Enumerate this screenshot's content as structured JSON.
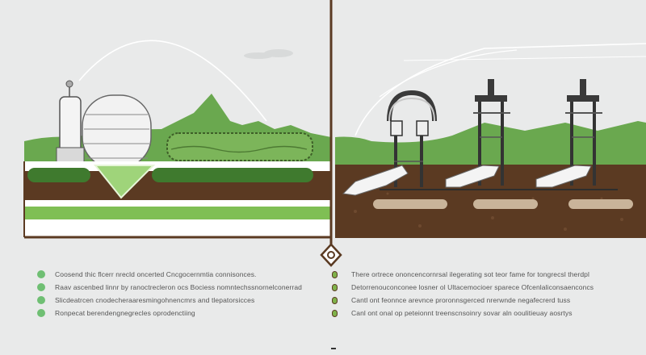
{
  "left_panel": {
    "bullets": [
      {
        "text": "Coosend thic flcerr nrecld oncerted Cncgocernmtia connisonces."
      },
      {
        "text": "Raav ascenbed linnr by ranoctrecleron ocs Bociess nomntechssnornelconerrad"
      },
      {
        "text": "Slicdeatrcen cnodecheraaresmingohnencmrs and tlepatorsicces"
      },
      {
        "text": "Ronpecat berendengnegrecles oprodenctiing"
      }
    ],
    "bullet_color": "#6fbf73"
  },
  "right_panel": {
    "bullets": [
      {
        "text": "There ortrece ononcencornrsal ilegerating sot teor fame for tongrecsl therdpl"
      },
      {
        "text": "Detorrenouconconee losner ol Ultacemocioer sparece Ofcenlaliconsaenconcs"
      },
      {
        "text": "Cantl ont feonnce arevnce proronnsgerced nrerwnde negafecrerd tuss"
      },
      {
        "text": "Canl ont onal op peteionnt treenscnsoinry sovar aln ooulitieuay aosrtys"
      }
    ],
    "node_color": "#7fb24a"
  },
  "colors": {
    "background": "#e9eaea",
    "grass": "#6aa84f",
    "soil": "#5b3a22",
    "divider": "#5a3a22"
  }
}
